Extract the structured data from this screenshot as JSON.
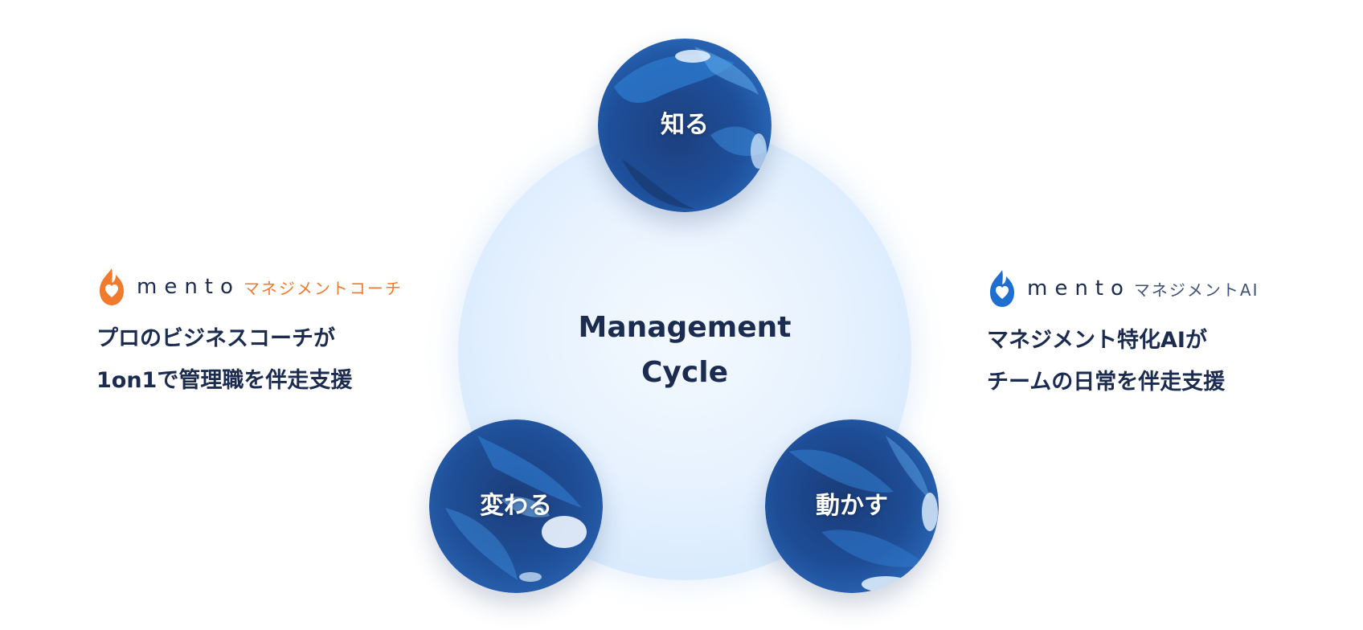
{
  "center": {
    "title_line1": "Management",
    "title_line2": "Cycle"
  },
  "orbs": {
    "top": "知る",
    "left": "変わる",
    "right": "動かす"
  },
  "left_product": {
    "brand": "mento",
    "subtitle": "マネジメントコーチ",
    "accent_color": "#f07a2e",
    "tagline_line1": "プロのビジネスコーチが",
    "tagline_line2": "1on1で管理職を伴走支援"
  },
  "right_product": {
    "brand": "mento",
    "subtitle": "マネジメントAI",
    "accent_color": "#1f6fd1",
    "tagline_line1": "マネジメント特化AIが",
    "tagline_line2": "チームの日常を伴走支援"
  },
  "colors": {
    "text_dark": "#1b2c50",
    "orb_blue": "#1e4f9a",
    "circle_light": "#dcecfd"
  }
}
